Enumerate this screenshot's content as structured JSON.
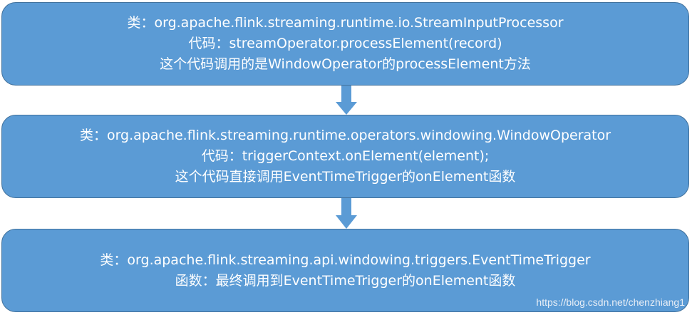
{
  "steps": [
    {
      "lines": [
        "类：org.apache.flink.streaming.runtime.io.StreamInputProcessor",
        "代码：streamOperator.processElement(record)",
        "这个代码调用的是WindowOperator的processElement方法"
      ]
    },
    {
      "lines": [
        "类：org.apache.flink.streaming.runtime.operators.windowing.WindowOperator",
        "代码：triggerContext.onElement(element);",
        "这个代码直接调用EventTimeTrigger的onElement函数"
      ]
    },
    {
      "lines": [
        "类：org.apache.flink.streaming.api.windowing.triggers.EventTimeTrigger",
        "函数：最终调用到EventTimeTrigger的onElement函数"
      ]
    }
  ],
  "watermark": "https://blog.csdn.net/chenzhiang1",
  "colors": {
    "box_fill": "#5b9bd5",
    "box_border": "#41719c",
    "arrow": "#5b9bd5",
    "text": "#ffffff"
  }
}
